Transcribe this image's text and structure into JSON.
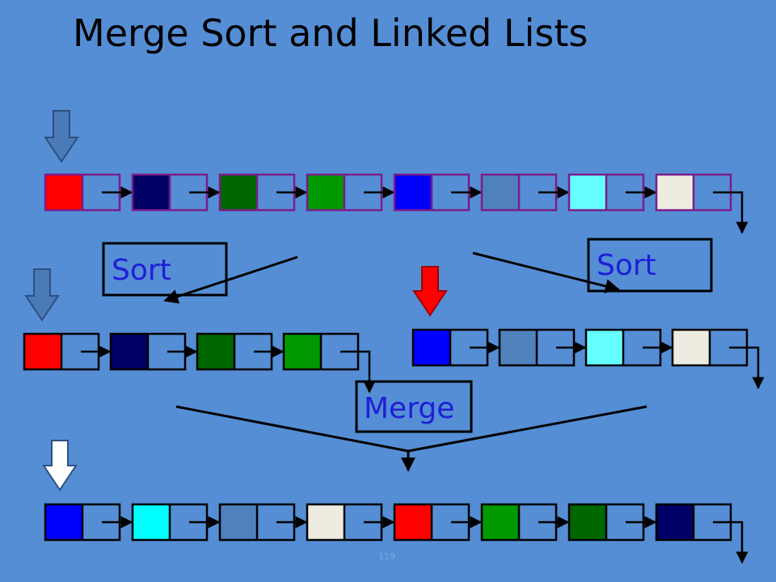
{
  "title": "Merge Sort and Linked Lists",
  "labels": {
    "sort_left": "Sort",
    "sort_right": "Sort",
    "merge": "Merge"
  },
  "footer": "119",
  "colors": {
    "background": "#558ed5",
    "node_border_top_list": "#7b1c8a",
    "node_border": "#000000",
    "pointer_cell": "#558ed5",
    "head_arrow_blue": "#4a7ab8",
    "head_arrow_red": "#ff0000",
    "head_arrow_white": "#ffffff"
  },
  "lists": {
    "original": [
      "#ff0000",
      "#000066",
      "#006600",
      "#009900",
      "#0000ff",
      "#4f81bd",
      "#66ffff",
      "#eeece1"
    ],
    "left_half": [
      "#ff0000",
      "#000066",
      "#006600",
      "#009900"
    ],
    "right_half": [
      "#0000ff",
      "#4f81bd",
      "#66ffff",
      "#eeece1"
    ],
    "merged": [
      "#0000ff",
      "#00ffff",
      "#4f81bd",
      "#eeece1",
      "#ff0000",
      "#009900",
      "#006600",
      "#000066"
    ]
  }
}
